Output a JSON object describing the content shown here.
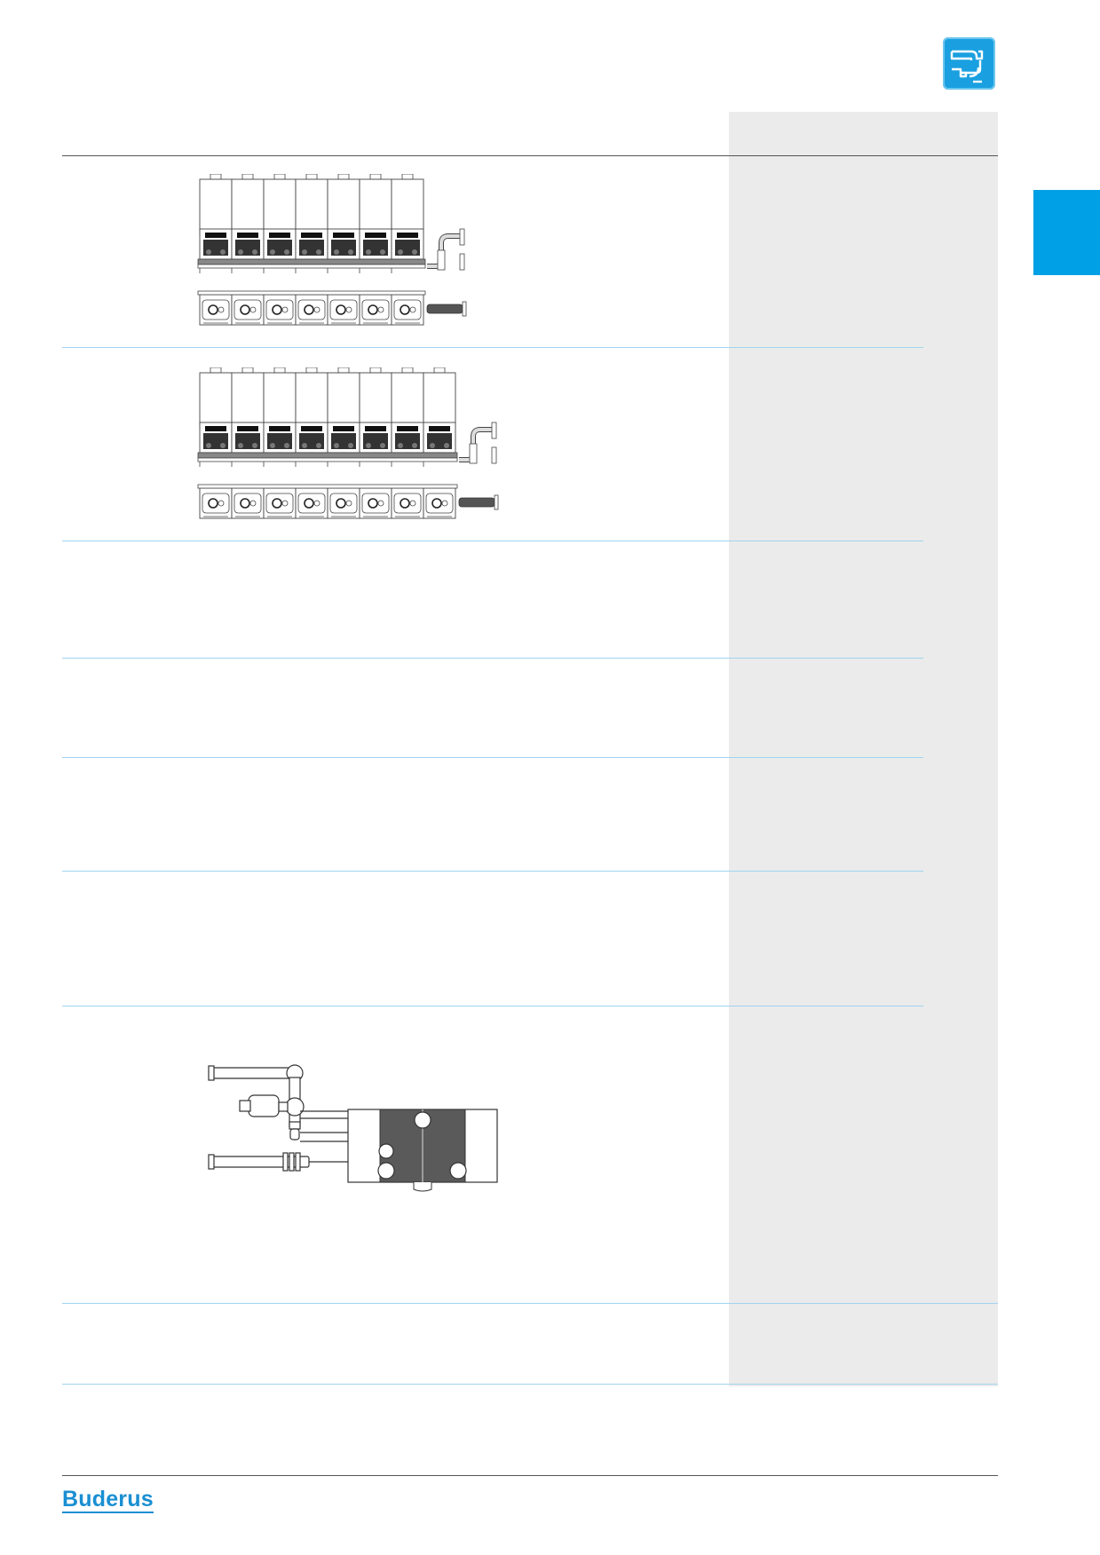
{
  "brand": {
    "logo_text": "Buderus"
  },
  "header": {
    "icon": "pipe-connection-icon"
  },
  "side_tab": {
    "color": "#00a0e6"
  },
  "colors": {
    "accent": "#00a0e6",
    "rule": "#9fd4f0",
    "gray_column": "#ebebeb"
  },
  "figures": [
    {
      "name": "boiler-cascade-7-units",
      "units": 7
    },
    {
      "name": "boiler-cascade-8-units",
      "units": 8
    },
    {
      "name": "hydraulic-separator-connection"
    }
  ]
}
